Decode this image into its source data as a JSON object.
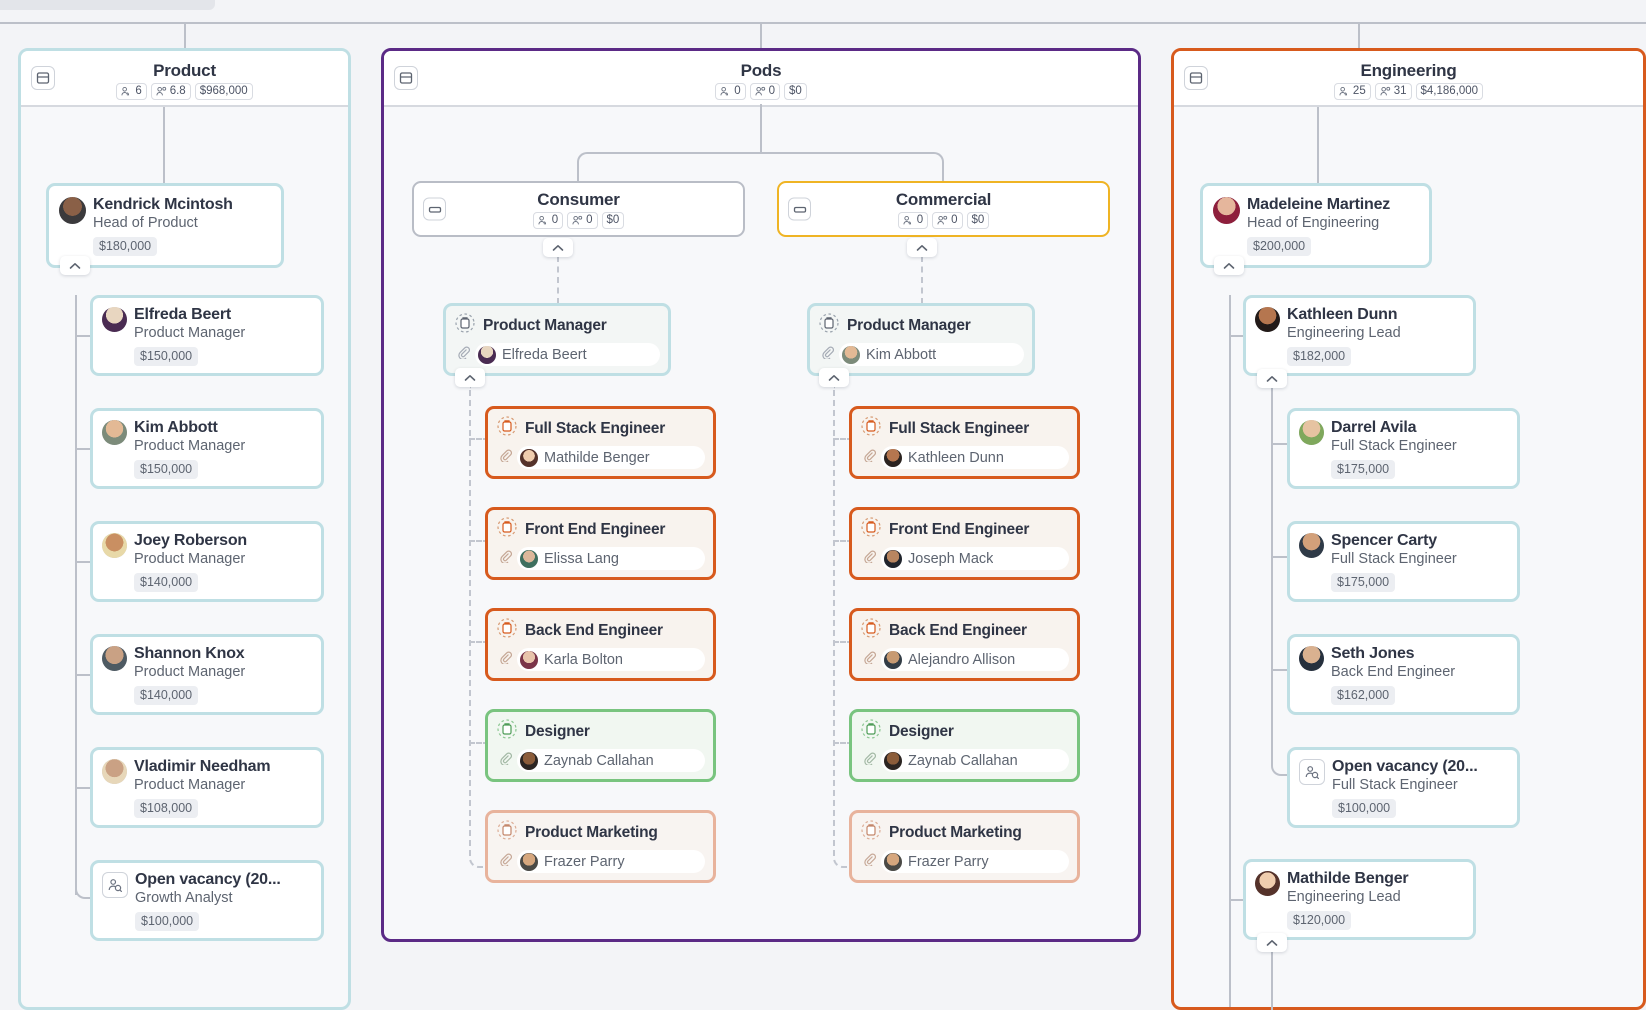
{
  "groups": [
    {
      "id": "product",
      "name": "Product",
      "color": "#bfdfe4",
      "icon": "panel-icon",
      "metrics": [
        {
          "icon": "people-icon",
          "value": "6"
        },
        {
          "icon": "people-fte-icon",
          "value": "6.8"
        },
        {
          "icon": "none",
          "value": "$968,000"
        }
      ]
    },
    {
      "id": "pods",
      "name": "Pods",
      "color": "#5b2a86",
      "icon": "panel-icon",
      "metrics": [
        {
          "icon": "people-icon",
          "value": "0"
        },
        {
          "icon": "people-fte-icon",
          "value": "0"
        },
        {
          "icon": "none",
          "value": "$0"
        }
      ]
    },
    {
      "id": "engineering",
      "name": "Engineering",
      "color": "#d75a1d",
      "icon": "panel-icon",
      "metrics": [
        {
          "icon": "people-icon",
          "value": "25"
        },
        {
          "icon": "people-fte-icon",
          "value": "31"
        },
        {
          "icon": "none",
          "value": "$4,186,000"
        }
      ]
    }
  ],
  "subgroups": [
    {
      "id": "consumer",
      "name": "Consumer",
      "color": "#b9bdc6",
      "icon": "collapsed-panel-icon",
      "metrics": [
        {
          "icon": "people-icon",
          "value": "0"
        },
        {
          "icon": "people-fte-icon",
          "value": "0"
        },
        {
          "icon": "none",
          "value": "$0"
        }
      ]
    },
    {
      "id": "commercial",
      "name": "Commercial",
      "color": "#efb424",
      "icon": "collapsed-panel-icon",
      "metrics": [
        {
          "icon": "people-icon",
          "value": "0"
        },
        {
          "icon": "people-fte-icon",
          "value": "0"
        },
        {
          "icon": "none",
          "value": "$0"
        }
      ]
    }
  ],
  "product_people": [
    {
      "name": "Kendrick Mcintosh",
      "role": "Head of Product",
      "salary": "$180,000",
      "vacancy": false,
      "avatar_hue": 20
    },
    {
      "name": "Elfreda Beert",
      "role": "Product Manager",
      "salary": "$150,000",
      "vacancy": false,
      "avatar_hue": 280
    },
    {
      "name": "Kim Abbott",
      "role": "Product Manager",
      "salary": "$150,000",
      "vacancy": false,
      "avatar_hue": 90
    },
    {
      "name": "Joey Roberson",
      "role": "Product Manager",
      "salary": "$140,000",
      "vacancy": false,
      "avatar_hue": 35
    },
    {
      "name": "Shannon Knox",
      "role": "Product Manager",
      "salary": "$140,000",
      "vacancy": false,
      "avatar_hue": 210
    },
    {
      "name": "Vladimir Needham",
      "role": "Product Manager",
      "salary": "$108,000",
      "vacancy": false,
      "avatar_hue": 40
    },
    {
      "name": "Open vacancy (20...",
      "role": "Growth Analyst",
      "salary": "$100,000",
      "vacancy": true,
      "avatar_hue": 0
    }
  ],
  "engineering_people": [
    {
      "name": "Madeleine Martinez",
      "role": "Head of Engineering",
      "salary": "$200,000",
      "vacancy": false,
      "avatar_hue": 340
    },
    {
      "name": "Kathleen Dunn",
      "role": "Engineering Lead",
      "salary": "$182,000",
      "vacancy": false,
      "avatar_hue": 25
    },
    {
      "name": "Darrel Avila",
      "role": "Full Stack Engineer",
      "salary": "$175,000",
      "vacancy": false,
      "avatar_hue": 110
    },
    {
      "name": "Spencer Carty",
      "role": "Full Stack Engineer",
      "salary": "$175,000",
      "vacancy": false,
      "avatar_hue": 200
    },
    {
      "name": "Seth Jones",
      "role": "Back End Engineer",
      "salary": "$162,000",
      "vacancy": false,
      "avatar_hue": 230
    },
    {
      "name": "Open vacancy (20...",
      "role": "Full Stack Engineer",
      "salary": "$100,000",
      "vacancy": true,
      "avatar_hue": 0
    },
    {
      "name": "Mathilde Benger",
      "role": "Engineering Lead",
      "salary": "$120,000",
      "vacancy": false,
      "avatar_hue": 15
    }
  ],
  "consumer_roles": [
    {
      "title": "Product Manager",
      "assignee": "Elfreda Beert",
      "style": "teal",
      "avatar_hue": 280
    },
    {
      "title": "Full Stack Engineer",
      "assignee": "Mathilde Benger",
      "style": "orange",
      "avatar_hue": 15
    },
    {
      "title": "Front End Engineer",
      "assignee": "Elissa Lang",
      "style": "orange",
      "avatar_hue": 150
    },
    {
      "title": "Back End Engineer",
      "assignee": "Karla Bolton",
      "style": "orange",
      "avatar_hue": 320
    },
    {
      "title": "Designer",
      "assignee": "Zaynab Callahan",
      "style": "green",
      "avatar_hue": 30
    },
    {
      "title": "Product Marketing",
      "assignee": "Frazer Parry",
      "style": "salmon",
      "avatar_hue": 60
    }
  ],
  "commercial_roles": [
    {
      "title": "Product Manager",
      "assignee": "Kim Abbott",
      "style": "teal",
      "avatar_hue": 90
    },
    {
      "title": "Full Stack Engineer",
      "assignee": "Kathleen Dunn",
      "style": "orange",
      "avatar_hue": 25
    },
    {
      "title": "Front End Engineer",
      "assignee": "Joseph Mack",
      "style": "orange",
      "avatar_hue": 250
    },
    {
      "title": "Back End Engineer",
      "assignee": "Alejandro Allison",
      "style": "orange",
      "avatar_hue": 190
    },
    {
      "title": "Designer",
      "assignee": "Zaynab Callahan",
      "style": "green",
      "avatar_hue": 30
    },
    {
      "title": "Product Marketing",
      "assignee": "Frazer Parry",
      "style": "salmon",
      "avatar_hue": 60
    }
  ],
  "toggles": {
    "chevron": "chevron-up-icon"
  }
}
